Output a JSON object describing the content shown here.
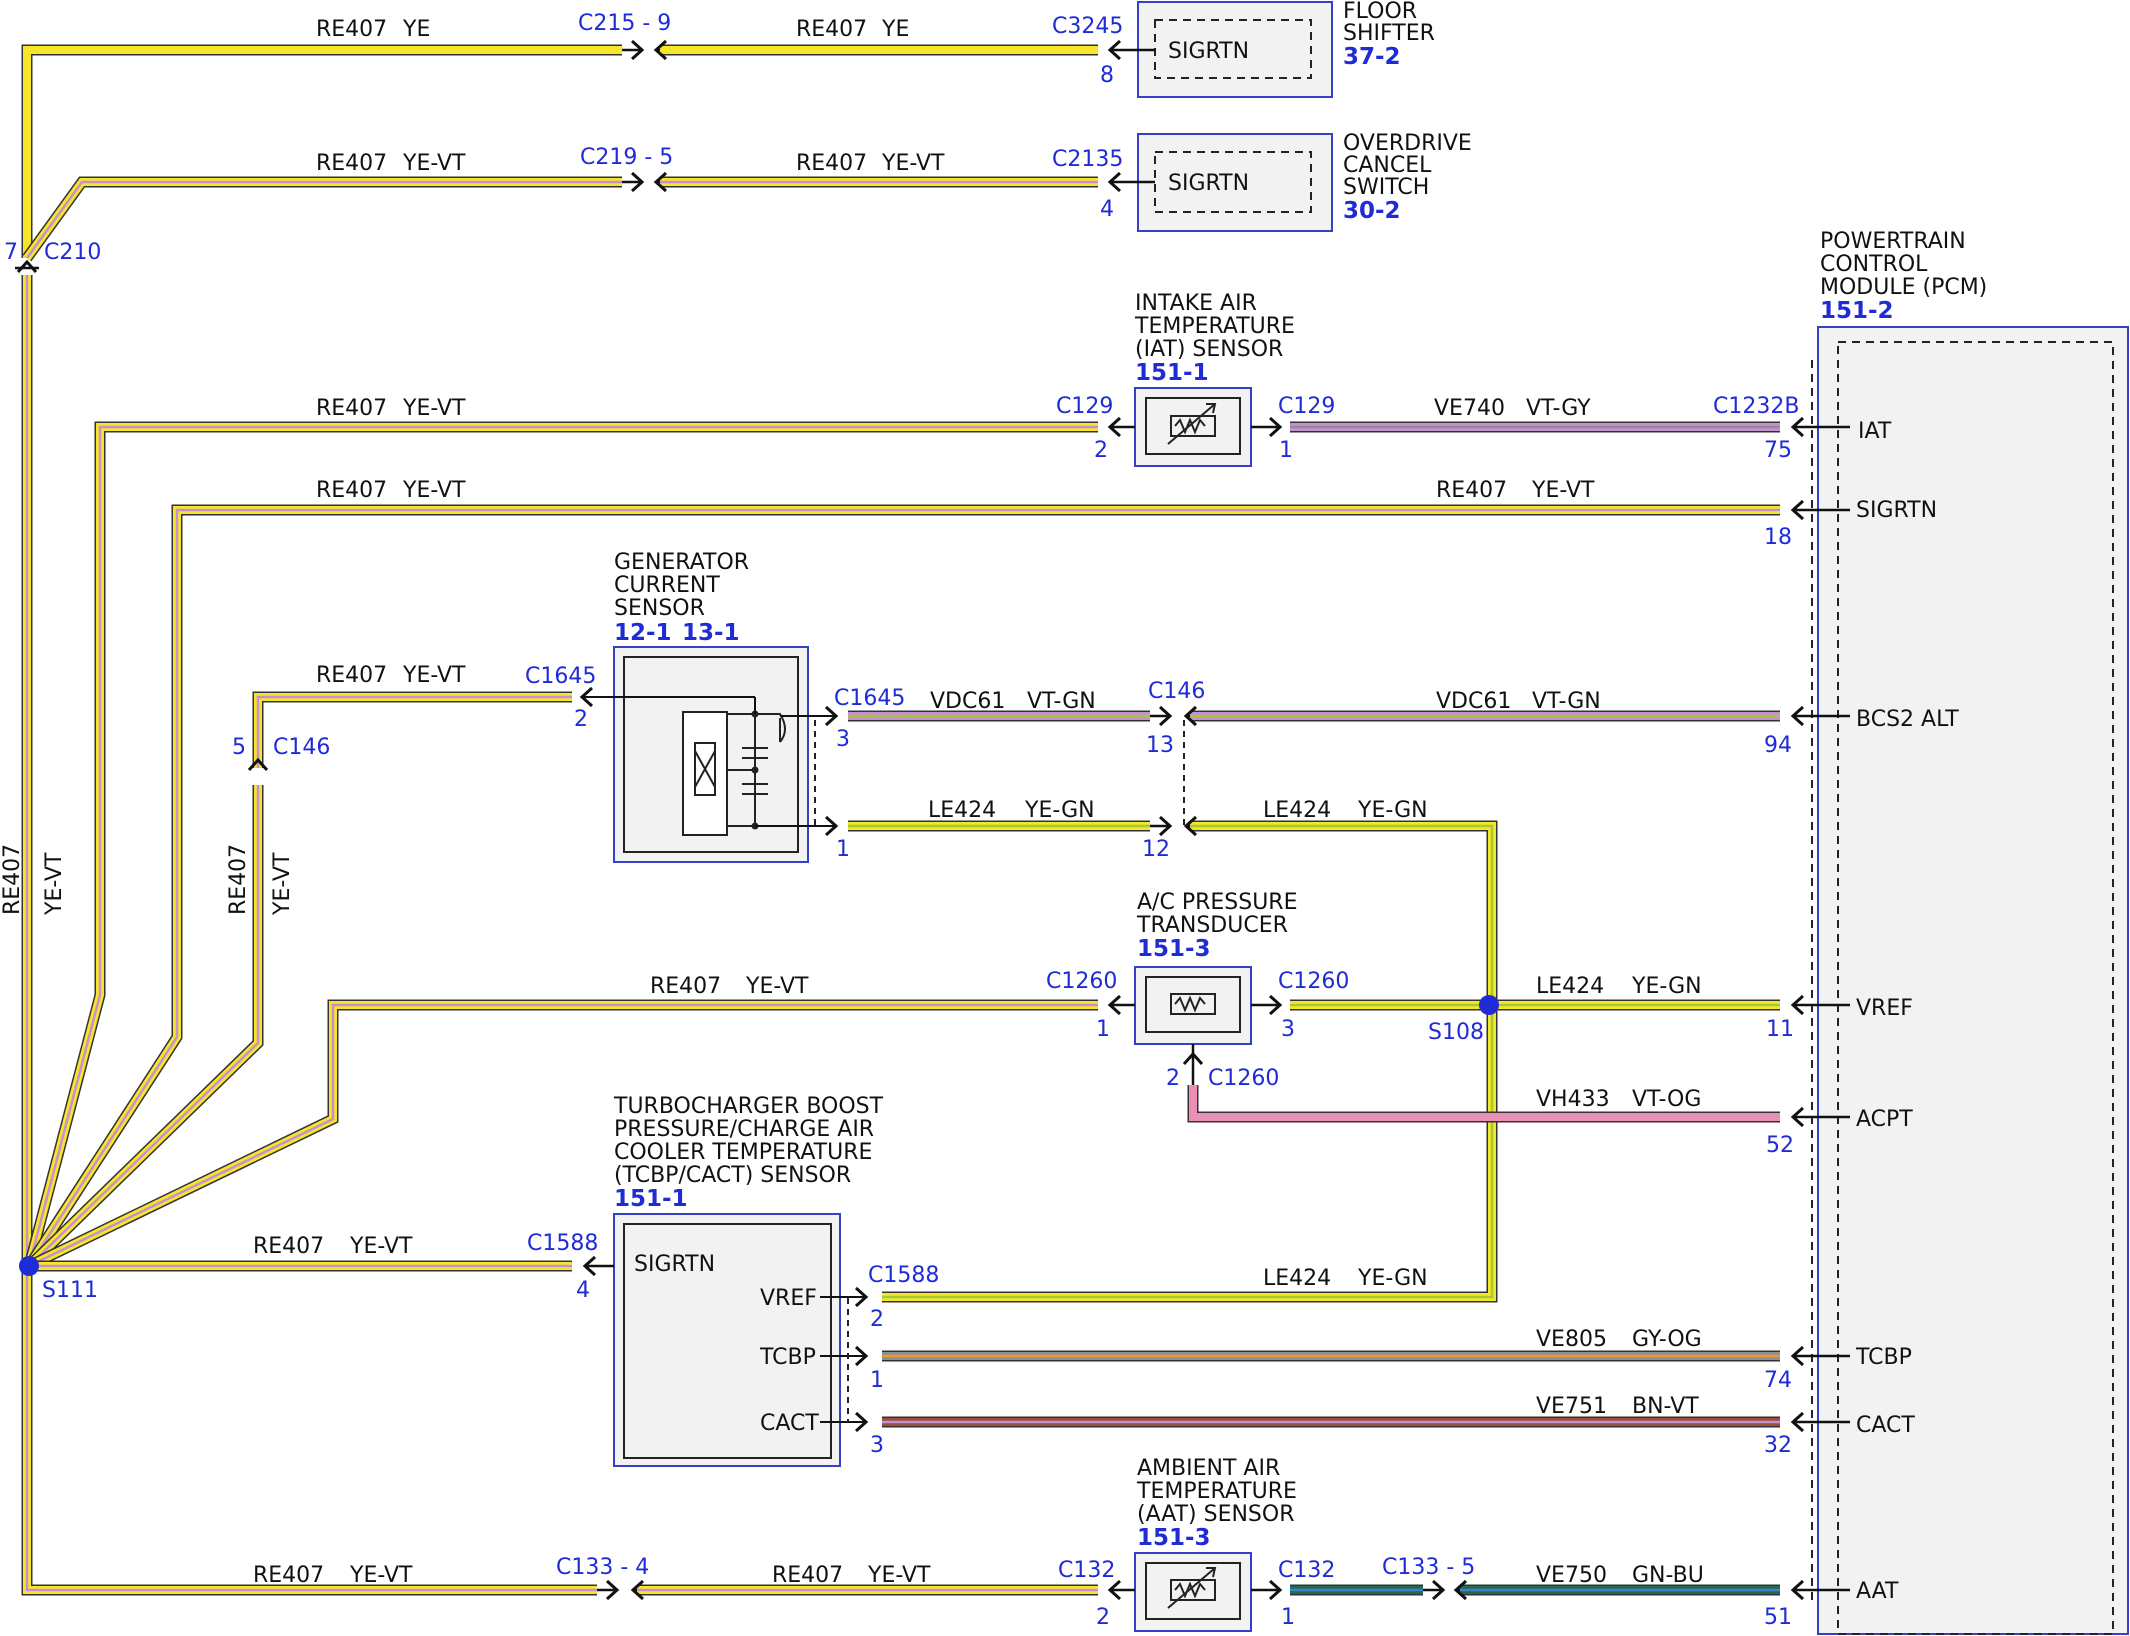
{
  "components": {
    "floor_shifter": {
      "name": [
        "FLOOR",
        "SHIFTER"
      ],
      "page": "37-2",
      "pin_label": "SIGRTN"
    },
    "overdrive_cancel": {
      "name": [
        "OVERDRIVE",
        "CANCEL",
        "SWITCH"
      ],
      "page": "30-2",
      "pin_label": "SIGRTN"
    },
    "pcm": {
      "name": [
        "POWERTRAIN",
        "CONTROL",
        "MODULE (PCM)"
      ],
      "page": "151-2",
      "pins": [
        "IAT",
        "SIGRTN",
        "BCS2 ALT",
        "VREF",
        "ACPT",
        "TCBP",
        "CACT",
        "AAT"
      ]
    },
    "iat_sensor": {
      "name": [
        "INTAKE AIR",
        "TEMPERATURE",
        "(IAT) SENSOR"
      ],
      "page": "151-1"
    },
    "generator_current": {
      "name": [
        "GENERATOR",
        "CURRENT",
        "SENSOR"
      ],
      "page_a": "12-1",
      "page_b": "13-1"
    },
    "ac_pressure": {
      "name": [
        "A/C PRESSURE",
        "TRANSDUCER"
      ],
      "page": "151-3"
    },
    "tcbp_cact": {
      "name": [
        "TURBOCHARGER BOOST",
        "PRESSURE/CHARGE AIR",
        "COOLER TEMPERATURE",
        "(TCBP/CACT) SENSOR"
      ],
      "page": "151-1",
      "pins": [
        "SIGRTN",
        "VREF",
        "TCBP",
        "CACT"
      ]
    },
    "aat_sensor": {
      "name": [
        "AMBIENT AIR",
        "TEMPERATURE",
        "(AAT) SENSOR"
      ],
      "page": "151-3"
    }
  },
  "wire_labels": {
    "re407": "RE407",
    "ye": "YE",
    "ye_vt": "YE-VT",
    "ve740": "VE740",
    "vt_gy": "VT-GY",
    "vdc61": "VDC61",
    "vt_gn": "VT-GN",
    "le424": "LE424",
    "ye_gn": "YE-GN",
    "vh433": "VH433",
    "vt_og": "VT-OG",
    "ve805": "VE805",
    "gy_og": "GY-OG",
    "ve751": "VE751",
    "bn_vt": "BN-VT",
    "ve750": "VE750",
    "gn_bu": "GN-BU"
  },
  "connectors": {
    "c215_9": "C215 - 9",
    "c3245": "C3245",
    "c219_5": "C219 - 5",
    "c2135": "C2135",
    "c210": "C210",
    "c129": "C129",
    "c1232b": "C1232B",
    "c1645": "C1645",
    "c146": "C146",
    "c1260": "C1260",
    "s108": "S108",
    "c1588": "C1588",
    "s111": "S111",
    "c133_4": "C133 - 4",
    "c132": "C132",
    "c133_5": "C133 - 5"
  },
  "pins": {
    "p8": "8",
    "p4": "4",
    "p7": "7",
    "p2": "2",
    "p1": "1",
    "p75": "75",
    "p18": "18",
    "p3": "3",
    "p13": "13",
    "p94": "94",
    "p12": "12",
    "p5": "5",
    "p11": "11",
    "p52": "52",
    "p74": "74",
    "p32": "32",
    "p51": "51"
  },
  "wire_colors": {
    "yellow": "#f5e62a",
    "violet": "#c98fd6",
    "green": "#a4c93a",
    "pink": "#ec8fb6",
    "gray": "#8f8f8f",
    "orange": "#e59a32",
    "brown": "#9a4f3a",
    "dkgreen": "#1f6b52",
    "blue": "#3a7fd0",
    "splice": "#1f2bd6"
  }
}
